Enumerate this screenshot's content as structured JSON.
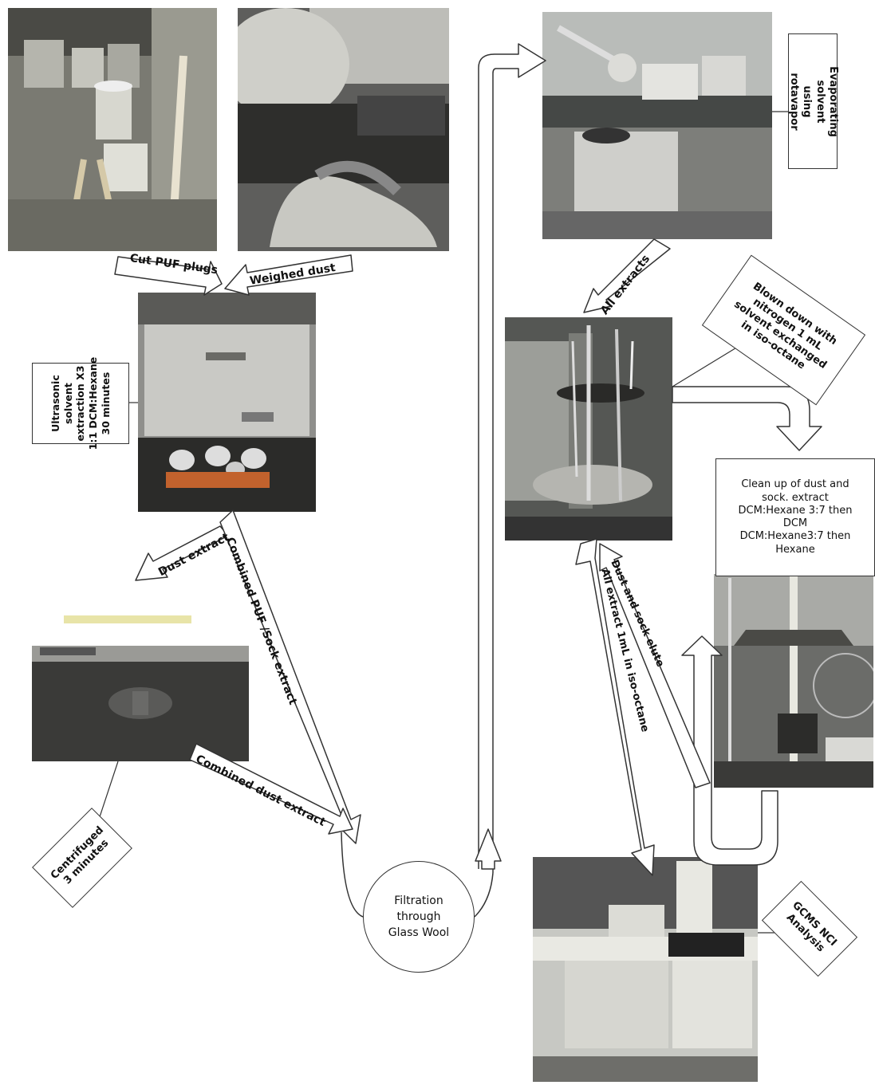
{
  "photos": [
    {
      "id": "puf-sampler",
      "icon": "puf-sampler-photo"
    },
    {
      "id": "dust-vacuum",
      "icon": "vacuum-photo"
    },
    {
      "id": "ultrasonic-bath",
      "icon": "ultrasonic-bath-photo"
    },
    {
      "id": "centrifuge",
      "icon": "centrifuge-photo"
    },
    {
      "id": "rotavapor",
      "icon": "rotavapor-photo"
    },
    {
      "id": "nitrogen-blowdown",
      "icon": "nitrogen-blowdown-photo"
    },
    {
      "id": "cleanup-columns",
      "icon": "cleanup-column-photo"
    },
    {
      "id": "gcms",
      "icon": "gcms-photo"
    }
  ],
  "steps": {
    "ultrasonic": "Ultrasonic solvent\nextraction X3\n1:1 DCM:Hexane\n30 minutes",
    "centrifuged": "Centrifuged\n3 minutes",
    "filtration": "Filtration\nthrough\nGlass Wool",
    "evaporating": "Evaporating\nsolvent using\nrotavapor",
    "blowdown": "Blown down with\nnitrogen 1 mL\nsolvent exchanged\nin iso-octane",
    "cleanup": "Clean up of dust and\nsock. extract\nDCM:Hexane 3:7 then\nDCM\nDCM:Hexane3:7 then\nHexane",
    "gcms": "GCMS NCI\nAnalysis"
  },
  "arrows": {
    "cut_puf": "Cut PUF plugs",
    "weighed_dust": "Weighed dust",
    "dust_extract": "Dust extract",
    "combined_puf_sock": "Combined PUF /Sock extract",
    "combined_dust": "Combined dust extract",
    "all_extracts": "All extracts",
    "all_extract_iso": "All extract 1mL in iso-octane",
    "dust_sock_elute": "Dust and sock elute"
  },
  "colors": {
    "line": "#333333",
    "photo_dark": "#3a3a3a",
    "photo_mid": "#8a8a8a",
    "photo_light": "#cfcfcf"
  }
}
